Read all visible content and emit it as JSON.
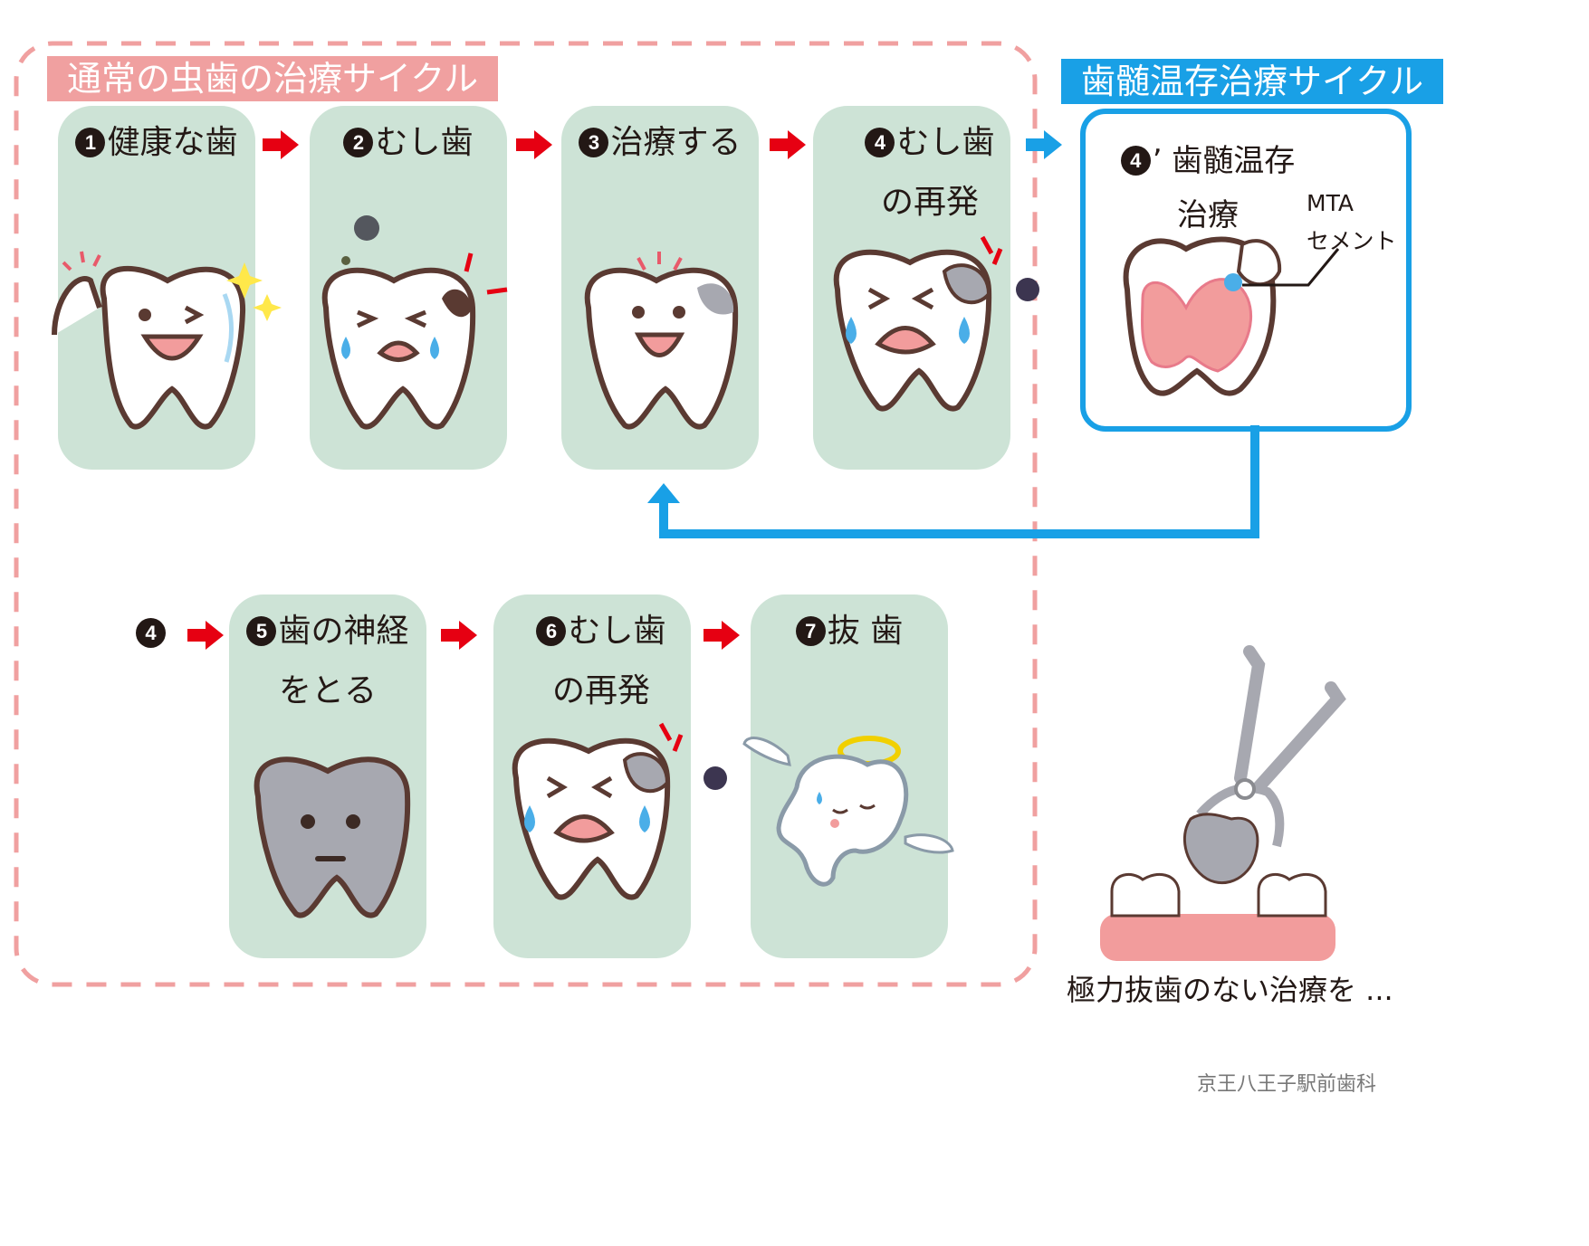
{
  "colors": {
    "panel": "#cde3d6",
    "pink": "#f0a0a0",
    "blue": "#19a0e6",
    "red": "#e60012",
    "outline": "#5a3a32",
    "gray": "#a7a8b0"
  },
  "normal_cycle": {
    "title": "通常の虫歯の治療サイクル"
  },
  "pulp_cycle": {
    "title": "歯髄温存治療サイクル"
  },
  "steps_top": [
    {
      "num": "1",
      "label": "健康な歯"
    },
    {
      "num": "2",
      "label": "むし歯"
    },
    {
      "num": "3",
      "label": "治療する"
    },
    {
      "num": "4",
      "label": "むし歯\nの再発"
    }
  ],
  "pulp_step": {
    "num": "4",
    "label": "’ 歯髄温存\n治療",
    "annotation": "MTA\nセメント"
  },
  "steps_bottom": [
    {
      "num": "4",
      "label": ""
    },
    {
      "num": "5",
      "label": "歯の神経\nをとる"
    },
    {
      "num": "6",
      "label": "むし歯\nの再発"
    },
    {
      "num": "7",
      "label": "抜 歯"
    }
  ],
  "caption": "極力抜歯のない治療を ...",
  "credit": "京王八王子駅前歯科"
}
